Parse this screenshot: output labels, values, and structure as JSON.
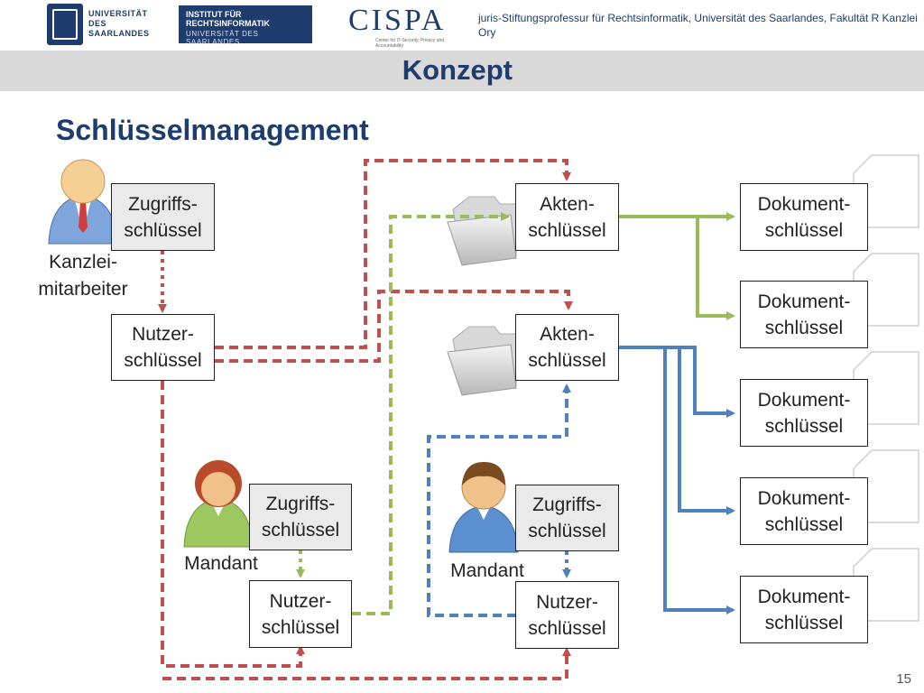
{
  "header": {
    "logo_uds": "UNIVERSITÄT\nDES\nSAARLANDES",
    "logo_ifr_line1": "INSTITUT FÜR\nRECHTSINFORMATIK",
    "logo_ifr_line2": "UNIVERSITÄT DES SAARLANDES",
    "logo_cispa": "CISPA",
    "logo_cispa_sub": "Center for IT-Security, Privacy and Accountability",
    "chair_text": "juris-Stiftungsprofessur für Rechtsinformatik, Universität des Saarlandes, Fakultät R Kanzlei Ory"
  },
  "slide": {
    "title": "Konzept",
    "subtitle": "Schlüsselmanagement",
    "page_number": "15"
  },
  "diagram": {
    "actors": {
      "employee": "Kanzlei-\nmitarbeiter",
      "client1": "Mandant",
      "client2": "Mandant"
    },
    "keys": {
      "access_key": "Zugriffs-\nschlüssel",
      "user_key": "Nutzer-\nschlüssel",
      "file_key": "Akten-\nschlüssel",
      "document_key": "Dokument-\nschlüssel"
    },
    "colors": {
      "red": "#c0504d",
      "green": "#9bbb59",
      "blue": "#4f81bd",
      "navy": "#1e3c6e"
    }
  }
}
